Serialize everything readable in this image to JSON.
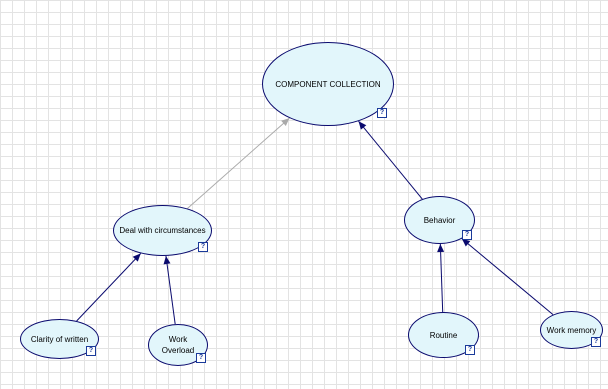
{
  "colors": {
    "node_fill": "#e2f6fb",
    "node_border": "#0a0a6e",
    "edge_primary": "#0a0a6e",
    "edge_secondary": "#aaaaaa",
    "grid": "#e3e3e3"
  },
  "nodes": {
    "root": {
      "label": "COMPONENT COLLECTION",
      "icon": "?"
    },
    "deal": {
      "label": "Deal with circumstances",
      "icon": "?"
    },
    "behavior": {
      "label": "Behavior",
      "icon": "?"
    },
    "clarity": {
      "label": "Clarity of written",
      "icon": "?"
    },
    "overload": {
      "label": "Work\nOverload",
      "icon": "?"
    },
    "routine": {
      "label": "Routine",
      "icon": "?"
    },
    "memory": {
      "label": "Work memory",
      "icon": "?"
    }
  },
  "edges": [
    {
      "from": "deal",
      "to": "root",
      "style": "secondary"
    },
    {
      "from": "behavior",
      "to": "root",
      "style": "primary"
    },
    {
      "from": "clarity",
      "to": "deal",
      "style": "primary"
    },
    {
      "from": "overload",
      "to": "deal",
      "style": "primary"
    },
    {
      "from": "routine",
      "to": "behavior",
      "style": "primary"
    },
    {
      "from": "memory",
      "to": "behavior",
      "style": "primary"
    }
  ]
}
